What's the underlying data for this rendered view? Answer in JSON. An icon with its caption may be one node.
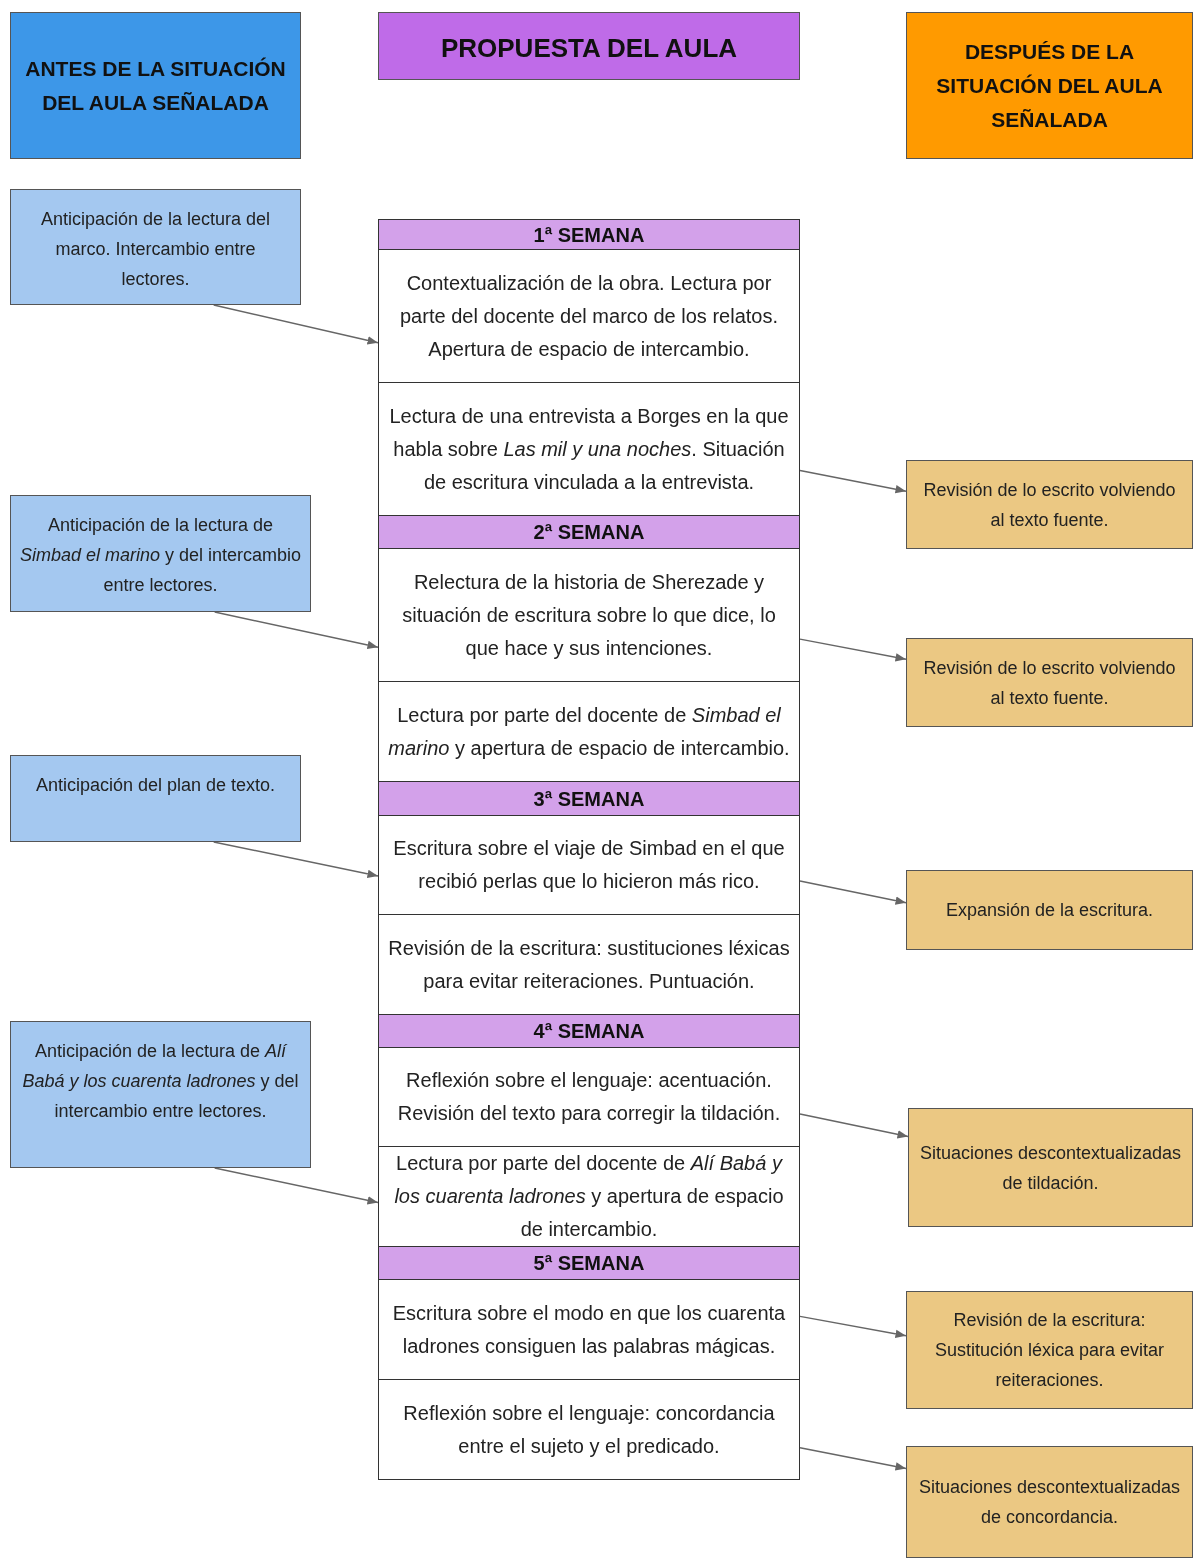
{
  "diagram": {
    "nodes": [
      {
        "text": [
          "ANTES DE LA SITUACIÓN DEL AULA SEÑALADA"
        ]
      },
      {
        "text": [
          "PROPUESTA DEL AULA"
        ]
      },
      {
        "text": [
          "DESPUÉS DE LA SITUACIÓN DEL AULA SEÑALADA"
        ]
      },
      {
        "text": [
          "Anticipación de la lectura del marco. Intercambio entre lectores."
        ]
      },
      {
        "text": [
          "1ª SEMANA"
        ]
      },
      {
        "text": [
          "Contextualización de la obra. Lectura por parte del docente del marco de los relatos. Apertura de espacio de intercambio."
        ]
      },
      {
        "text": [
          "Lectura de una entrevista a Borges en la que habla sobre *Las mil y una noches*. Situación de escritura vinculada a la entrevista."
        ]
      },
      {
        "text": [
          "Revisión de lo escrito volviendo al texto fuente."
        ]
      },
      {
        "text": [
          "Anticipación de la lectura de *Simbad el marino* y del intercambio entre lectores."
        ]
      },
      {
        "text": [
          "2ª SEMANA"
        ]
      },
      {
        "text": [
          "Relectura de la historia de Sherezade y situación de escritura sobre lo que dice, lo que hace y sus intenciones."
        ]
      },
      {
        "text": [
          "Revisión de lo escrito volviendo al texto fuente."
        ]
      },
      {
        "text": [
          "Lectura por parte del docente de *Simbad el marino* y apertura de espacio de intercambio."
        ]
      },
      {
        "text": [
          "Anticipación del plan de texto."
        ]
      },
      {
        "text": [
          "3ª SEMANA"
        ]
      },
      {
        "text": [
          "Escritura sobre el viaje de Simbad en el que recibió perlas que lo hicieron más rico."
        ]
      },
      {
        "text": [
          "Expansión de la escritura."
        ]
      },
      {
        "text": [
          "Revisión de la escritura: sustituciones léxicas para evitar reiteraciones. Puntuación."
        ]
      },
      {
        "text": [
          "Anticipación de la lectura de *Alí Babá y los cuarenta ladrones* y del intercambio entre lectores."
        ]
      },
      {
        "text": [
          "4ª SEMANA"
        ]
      },
      {
        "text": [
          "Reflexión sobre el lenguaje: acentuación. Revisión del texto para corregir la tildación."
        ]
      },
      {
        "text": [
          "Situaciones descontextualizadas de tildación."
        ]
      },
      {
        "text": [
          "Lectura por parte del docente de *Alí Babá y los cuarenta ladrones* y apertura de espacio de intercambio."
        ]
      },
      {
        "text": [
          "5ª SEMANA"
        ]
      },
      {
        "text": [
          "Escritura sobre el modo en que los cuarenta ladrones consiguen las palabras mágicas."
        ]
      },
      {
        "text": [
          "Revisión de la escritura: Sustitución léxica para evitar reiteraciones."
        ]
      },
      {
        "text": [
          "Reflexión sobre el lenguaje: concordancia entre el sujeto y el predicado."
        ]
      },
      {
        "text": [
          "Situaciones descontextualizadas de concordancia."
        ]
      }
    ],
    "edges": [
      {
        "from": 3,
        "to": 5,
        "arrow": "to"
      },
      {
        "from": 6,
        "to": 7,
        "arrow": "to"
      },
      {
        "from": 8,
        "to": 10,
        "arrow": "to"
      },
      {
        "from": 10,
        "to": 11,
        "arrow": "to"
      },
      {
        "from": 13,
        "to": 15,
        "arrow": "to"
      },
      {
        "from": 15,
        "to": 16,
        "arrow": "to"
      },
      {
        "from": 20,
        "to": 21,
        "arrow": "to"
      },
      {
        "from": 18,
        "to": 22,
        "arrow": "to"
      },
      {
        "from": 24,
        "to": 25,
        "arrow": "to"
      },
      {
        "from": 26,
        "to": 27,
        "arrow": "to"
      }
    ]
  }
}
